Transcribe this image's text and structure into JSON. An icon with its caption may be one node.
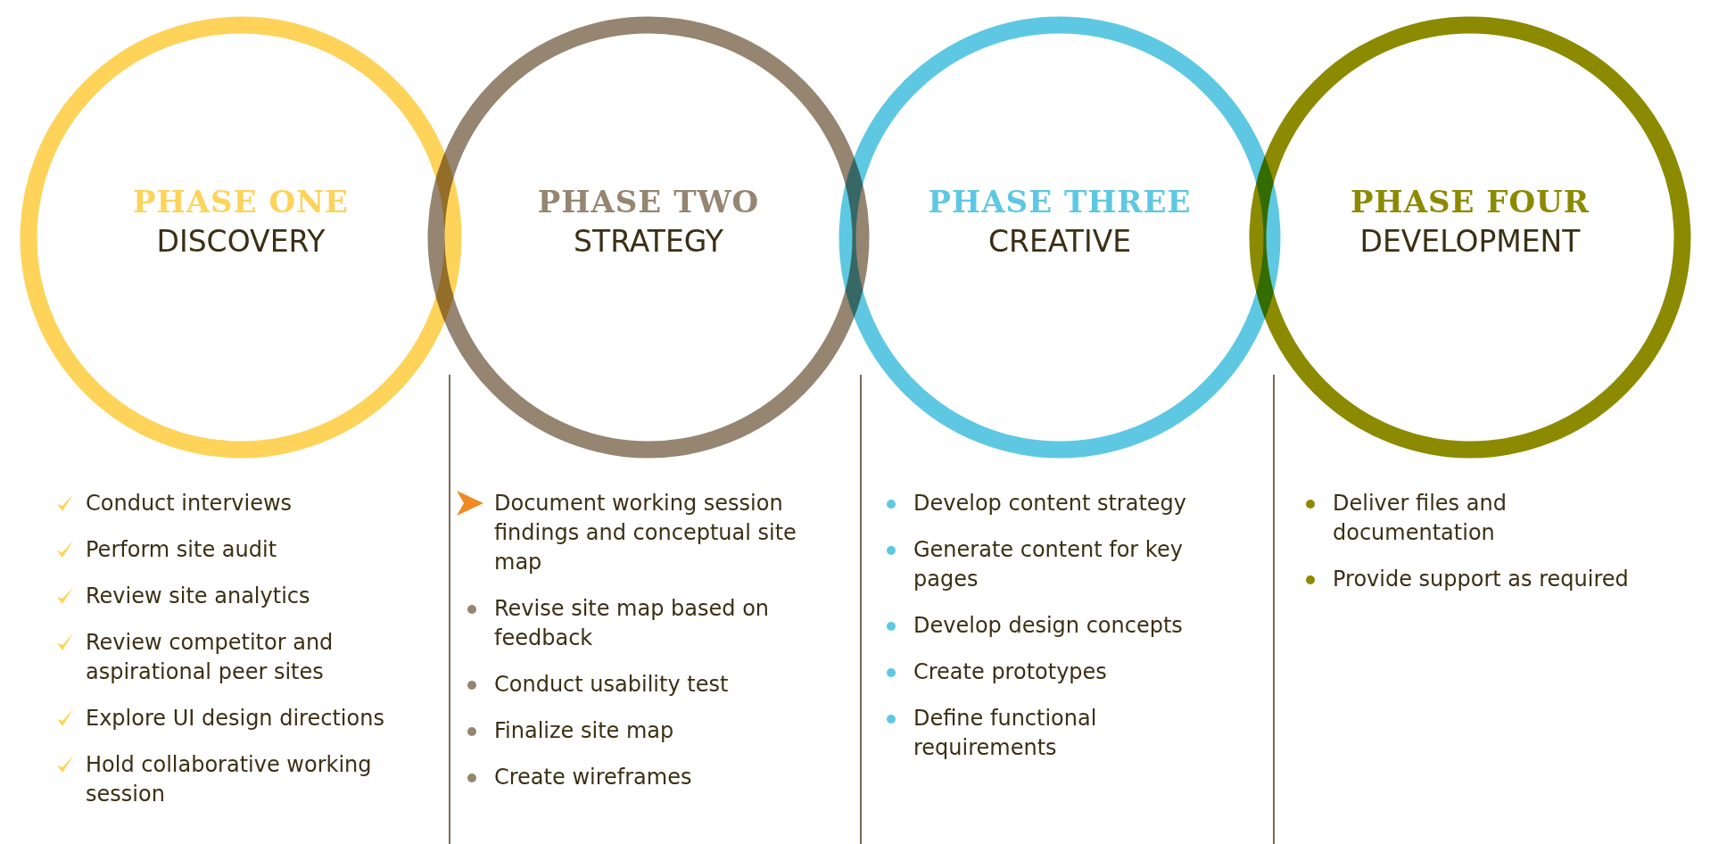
{
  "diagram": {
    "nodes": [
      {
        "text": [
          "PHASE ONE",
          "DISCOVERY"
        ],
        "beside": [
          "Conduct interviews",
          "Perform site audit",
          "Review site analytics",
          "Review competitor and aspirational peer sites",
          "Explore UI design directions",
          "Hold collaborative working session"
        ]
      },
      {
        "text": [
          "PHASE TWO",
          "STRATEGY"
        ],
        "beside": [
          "Document working session findings and conceptual site map",
          "Revise site map based on feedback",
          "Conduct usability test",
          "Finalize site map",
          "Create wireframes"
        ]
      },
      {
        "text": [
          "PHASE THREE",
          "CREATIVE"
        ],
        "beside": [
          "Develop content strategy",
          "Generate content for key pages",
          "Develop design concepts",
          "Create prototypes",
          "Define functional requirements"
        ]
      },
      {
        "text": [
          "PHASE FOUR",
          "DEVELOPMENT"
        ],
        "beside": [
          "Deliver files and documentation",
          "Provide support as required"
        ]
      }
    ]
  }
}
